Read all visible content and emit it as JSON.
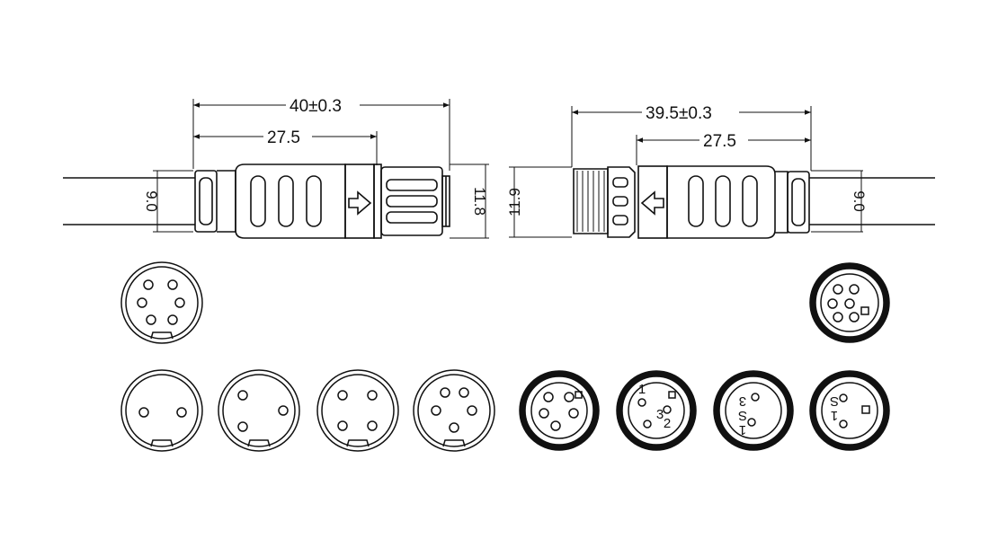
{
  "dimensions": {
    "plug_overall": "40±0.3",
    "plug_body": "27.5",
    "plug_cable_dia": "9.0",
    "plug_coupling_dia": "11.8",
    "socket_dia": "11.9",
    "socket_overall": "39.5±0.3",
    "socket_body": "27.5",
    "socket_cable_dia": "9.0"
  },
  "pin_labels": {
    "face_2": [
      "1",
      "2",
      "3"
    ],
    "face_3": [
      "3",
      "S",
      "1"
    ],
    "face_4": [
      "1",
      "S"
    ]
  }
}
